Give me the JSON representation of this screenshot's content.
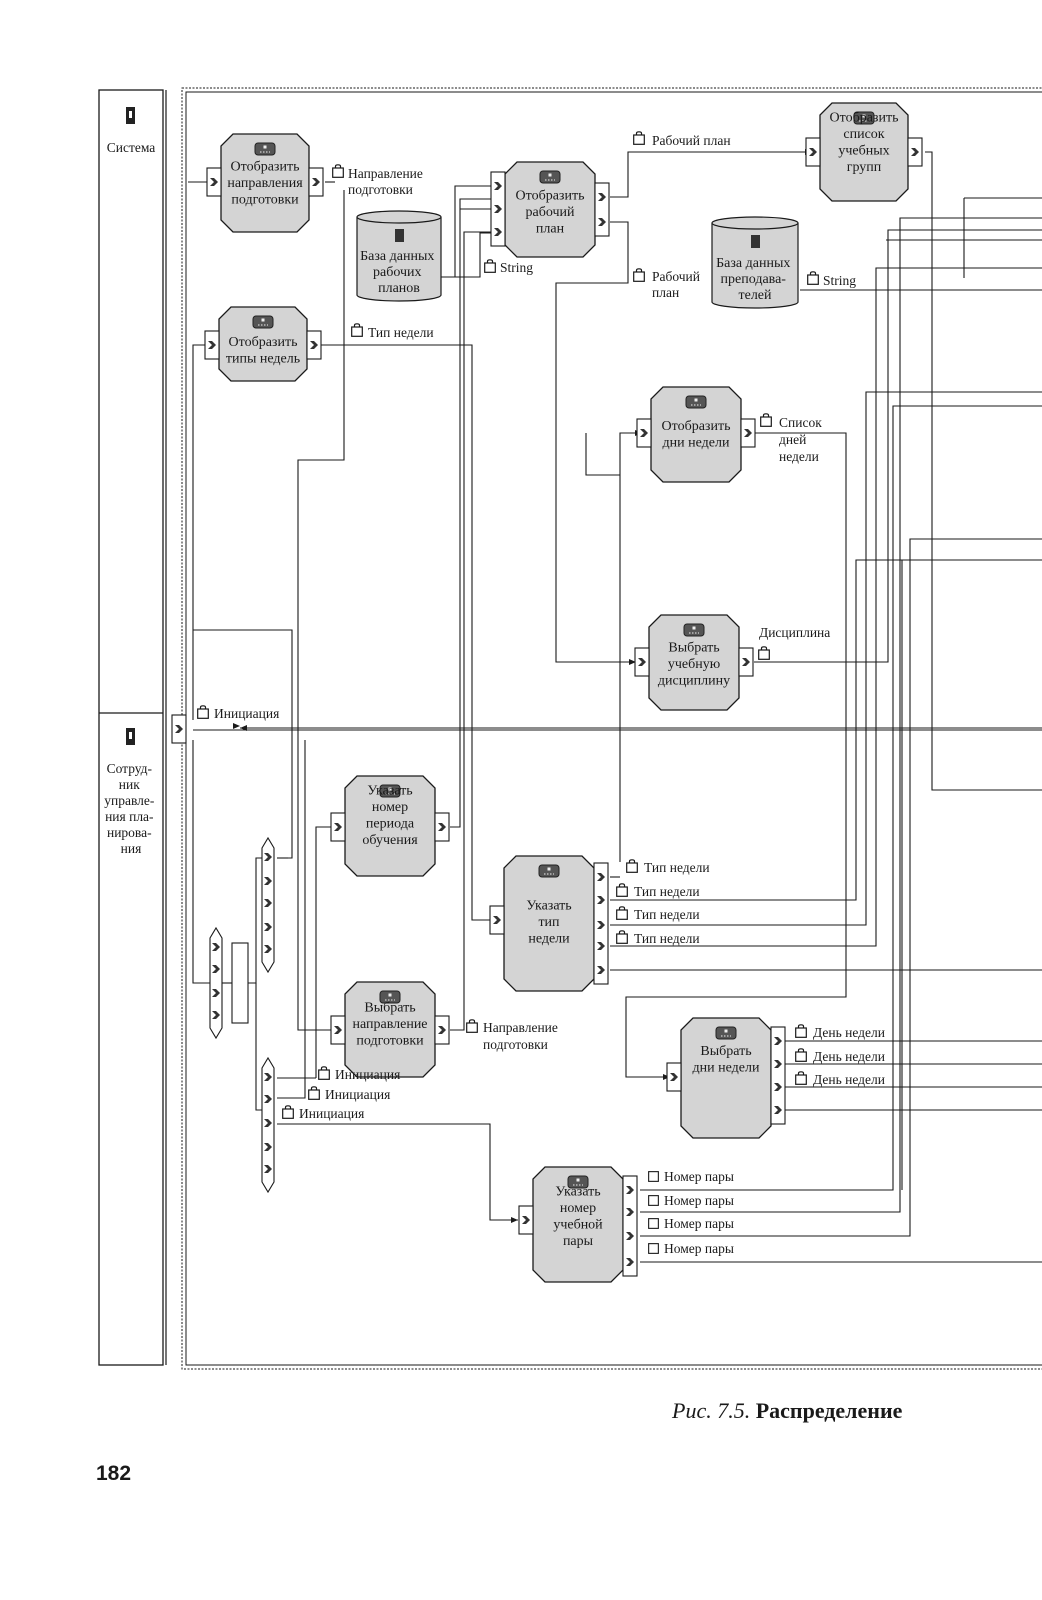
{
  "lanes": [
    {
      "id": "system",
      "lines": [
        "Система"
      ]
    },
    {
      "id": "employee",
      "lines": [
        "Сотруд-",
        "ник",
        "управле-",
        "ния пла-",
        "нирова-",
        "ния"
      ]
    }
  ],
  "boxes": [
    {
      "id": "show-directions",
      "lines": [
        "Отобразить",
        "направления",
        "подготовки"
      ]
    },
    {
      "id": "show-week-types",
      "lines": [
        "Отобразить",
        "типы недель"
      ]
    },
    {
      "id": "show-work-plan",
      "lines": [
        "Отобразить",
        "рабочий",
        "план"
      ]
    },
    {
      "id": "show-groups",
      "lines": [
        "Отобразить",
        "список",
        "учебных",
        "групп"
      ]
    },
    {
      "id": "show-weekdays",
      "lines": [
        "Отобразить",
        "дни недели"
      ]
    },
    {
      "id": "select-discipline",
      "lines": [
        "Выбрать",
        "учебную",
        "дисциплину"
      ]
    },
    {
      "id": "set-period",
      "lines": [
        "Указать",
        "номер",
        "периода",
        "обучения"
      ]
    },
    {
      "id": "select-direction",
      "lines": [
        "Выбрать",
        "направление",
        "подготовки"
      ]
    },
    {
      "id": "set-week-type",
      "lines": [
        "Указать",
        "тип",
        "недели"
      ]
    },
    {
      "id": "select-weekdays",
      "lines": [
        "Выбрать",
        "дни недели"
      ]
    },
    {
      "id": "set-pair-number",
      "lines": [
        "Указать",
        "номер",
        "учебной",
        "пары"
      ]
    }
  ],
  "databases": [
    {
      "id": "db-work-plans",
      "lines": [
        "База данных",
        "рабочих",
        "планов"
      ]
    },
    {
      "id": "db-teachers",
      "lines": [
        "База данных",
        "преподава-",
        "телей"
      ]
    }
  ],
  "labels": {
    "direction_out": [
      "Направление",
      "подготовки"
    ],
    "week_type": "Тип недели",
    "work_plan_top": "Рабочий план",
    "work_plan_mid": [
      "Рабочий",
      "план"
    ],
    "string_1": "String",
    "string_2": "String",
    "weekdays_list": [
      "Список",
      "дней",
      "недели"
    ],
    "discipline": "Дисциплина",
    "initiation_main": "Инициация",
    "week_type_1": "Тип недели",
    "week_type_2": "Тип недели",
    "week_type_3": "Тип недели",
    "week_type_4": "Тип недели",
    "direction_out2": [
      "Направление",
      "подготовки"
    ],
    "initiation_1": "Инициация",
    "initiation_2": "Инициация",
    "initiation_3": "Инициация",
    "weekday_1": "День недели",
    "weekday_2": "День недели",
    "weekday_3": "День недели",
    "pair_1": "Номер пары",
    "pair_2": "Номер пары",
    "pair_3": "Номер пары",
    "pair_4": "Номер пары"
  },
  "caption": {
    "number": "Рис. 7.5.",
    "title": "Распределение"
  },
  "page_number": "182",
  "colors": {
    "box_fill": "#d4d4d4",
    "line": "#1a1a1a"
  }
}
